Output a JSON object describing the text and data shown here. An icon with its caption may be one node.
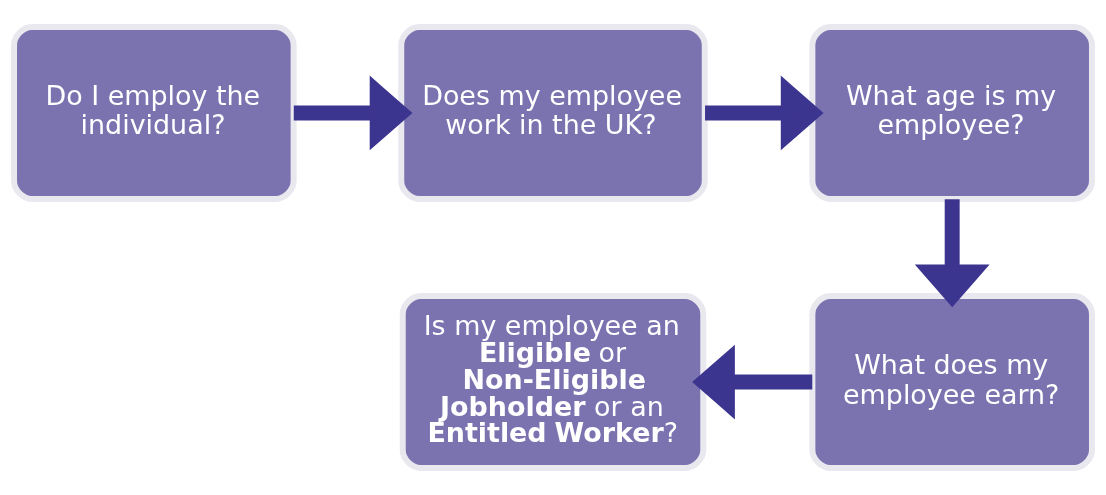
{
  "diagram": {
    "nodes": [
      {
        "text": [
          "Do I employ the individual?"
        ]
      },
      {
        "text": [
          "Does my employee work in the UK?"
        ]
      },
      {
        "text": [
          "What age is my employee?"
        ]
      },
      {
        "text": [
          "What does my employee earn?"
        ]
      },
      {
        "text": [
          "Is my employee an **Eligible** or **Non-Eligible Jobholder** or an **Entitled Worker**?"
        ]
      }
    ],
    "edges": [
      {
        "from": 0,
        "to": 1,
        "arrow": "to"
      },
      {
        "from": 1,
        "to": 2,
        "arrow": "to"
      },
      {
        "from": 2,
        "to": 3,
        "arrow": "to"
      },
      {
        "from": 3,
        "to": 4,
        "arrow": "to"
      }
    ]
  }
}
